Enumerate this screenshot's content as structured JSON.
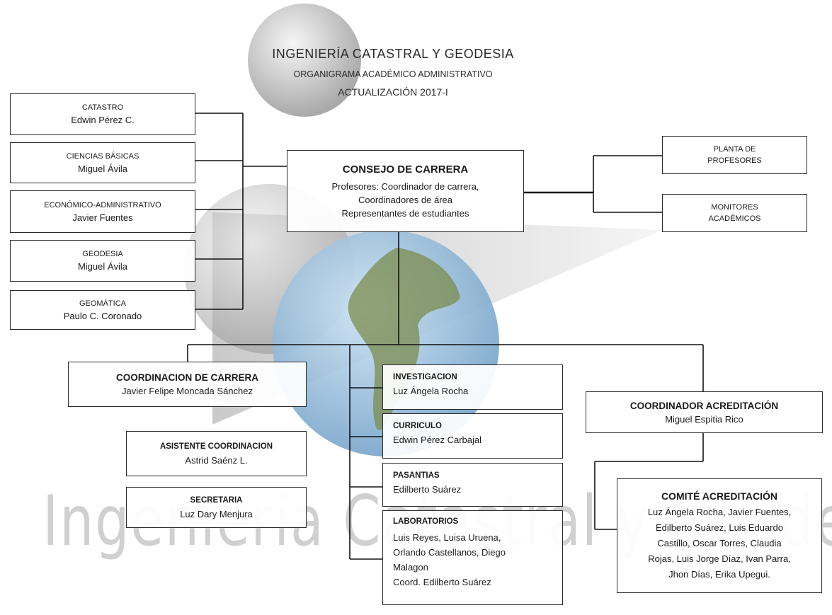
{
  "header": {
    "title": "INGENIERÍA CATASTRAL Y GEODESIA",
    "subtitle": "ORGANIGRAMA ACADÉMICO ADMINISTRATIVO",
    "update": "ACTUALIZACIÓN 2017-I"
  },
  "areas": [
    {
      "area": "CATASTRO",
      "person": "Edwin Pérez C."
    },
    {
      "area": "CIENCIAS BÁSICAS",
      "person": "Miguel Ávila"
    },
    {
      "area": "ECONÓMICO-ADMINISTRATIVO",
      "person": "Javier Fuentes"
    },
    {
      "area": "GEODESIA",
      "person": "Miguel Ávila"
    },
    {
      "area": "GEOMÁTICA",
      "person": "Paulo C. Coronado"
    }
  ],
  "consejo": {
    "title": "CONSEJO DE CARRERA",
    "line1": "Profesores: Coordinador de carrera,",
    "line2": "Coordinadores de área",
    "line3": "Representantes de estudiantes"
  },
  "right_boxes": {
    "planta_line1": "PLANTA DE",
    "planta_line2": "PROFESORES",
    "monitores_line1": "MONITORES",
    "monitores_line2": "ACADÉMICOS"
  },
  "coordinacion": {
    "title": "COORDINACION DE CARRERA",
    "person": "Javier Felipe Moncada Sánchez"
  },
  "asistente": {
    "title": "ASISTENTE COORDINACION",
    "person": "Astrid Saénz L."
  },
  "secretaria": {
    "title": "SECRETARIA",
    "person": "Luz Dary Menjura"
  },
  "committees": {
    "investigacion": {
      "title": "INVESTIGACION",
      "person": "Luz Ángela Rocha"
    },
    "curriculo": {
      "title": "CURRICULO",
      "person": "Edwin Pérez Carbajal"
    },
    "pasantias": {
      "title": "PASANTIAS",
      "person": "Edilberto Suárez"
    },
    "laboratorios": {
      "title": "LABORATORIOS",
      "line1": "Luis Reyes, Luisa Uruena,",
      "line2": "Orlando Castellanos, Diego",
      "line3": "Malagon",
      "line4": "Coord. Edilberto Suárez"
    }
  },
  "acreditacion": {
    "title": "COORDINADOR ACREDITACIÓN",
    "person": "Miguel Espitia Rico"
  },
  "comite": {
    "title": "COMITÉ ACREDITACIÓN",
    "line1": "Luz Ángela Rocha, Javier Fuentes,",
    "line2": "Edilberto Suárez, Luis Eduardo",
    "line3": "Castillo, Oscar Torres, Claudia",
    "line4": "Rojas, Luis Jorge Díaz, Ivan Parra,",
    "line5": "Jhon Días, Erika Upegui."
  },
  "watermark": "Ingeniería Catastral y Geodesia"
}
